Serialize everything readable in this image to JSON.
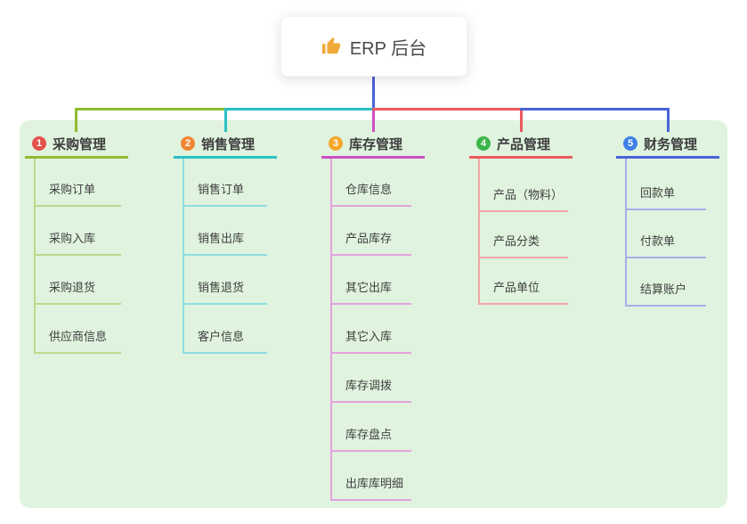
{
  "canvas": {
    "background": "#ffffff",
    "panel_color": "#dff3de"
  },
  "root": {
    "label": "ERP 后台",
    "icon": "thumbs-up-icon",
    "icon_color": "#f0a93a",
    "connector_color": "#4a63d8"
  },
  "branches": [
    {
      "badge": "1",
      "badge_color": "#e4504a",
      "label": "采购管理",
      "color": "#8fbc2f",
      "light_color": "#bcd98c",
      "children": [
        "采购订单",
        "采购入库",
        "采购退货",
        "供应商信息"
      ]
    },
    {
      "badge": "2",
      "badge_color": "#f08632",
      "label": "销售管理",
      "color": "#29c0c6",
      "light_color": "#8fdde0",
      "children": [
        "销售订单",
        "销售出库",
        "销售退货",
        "客户信息"
      ]
    },
    {
      "badge": "3",
      "badge_color": "#f6a62b",
      "label": "库存管理",
      "color": "#cc4fc4",
      "light_color": "#e3a3de",
      "children": [
        "仓库信息",
        "产品库存",
        "其它出库",
        "其它入库",
        "库存调拨",
        "库存盘点",
        "出库库明细"
      ]
    },
    {
      "badge": "4",
      "badge_color": "#3cb54a",
      "label": "产品管理",
      "color": "#ea5a5e",
      "light_color": "#f2a6a8",
      "children": [
        "产品（物料）",
        "产品分类",
        "产品单位"
      ]
    },
    {
      "badge": "5",
      "badge_color": "#3e7fe8",
      "label": "财务管理",
      "color": "#4a63d8",
      "light_color": "#a3b0ea",
      "children": [
        "回款单",
        "付款单",
        "结算账户"
      ]
    }
  ]
}
